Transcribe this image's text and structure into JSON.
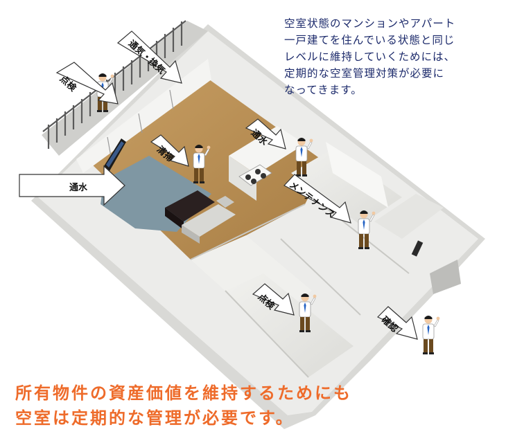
{
  "intro": {
    "lines": [
      "空室状態のマンションやアパート",
      "一戸建てを住んでいる状態と同じ",
      "レベルに維持していくためには、",
      "定期的な空室管理対策が必要に",
      "なってきます。"
    ]
  },
  "headline": {
    "lines": [
      "所有物件の資産価値を維持するためにも",
      "空室は定期的な管理が必要です。"
    ]
  },
  "labels": {
    "inspect_top": "点検",
    "ventilation": "通気・換気",
    "water_left": "通水",
    "cleaning": "清掃",
    "water_kitchen": "通水",
    "maintenance": "メンテナンス",
    "inspect_bottom": "点検",
    "confirm": "確認"
  },
  "icons": {
    "staff": "staff-person-icon",
    "arrow": "arrow-pointer-icon",
    "tv": "tv-icon",
    "sofa": "sofa-icon",
    "stove": "stove-icon"
  },
  "colors": {
    "text_navy": "#1c2a6b",
    "headline_orange": "#ee6b2a",
    "floor_wood": "#b98f55",
    "rug_blue": "#7f97a3",
    "wall_light": "#e9e9e6",
    "tie_blue": "#2563c4"
  }
}
